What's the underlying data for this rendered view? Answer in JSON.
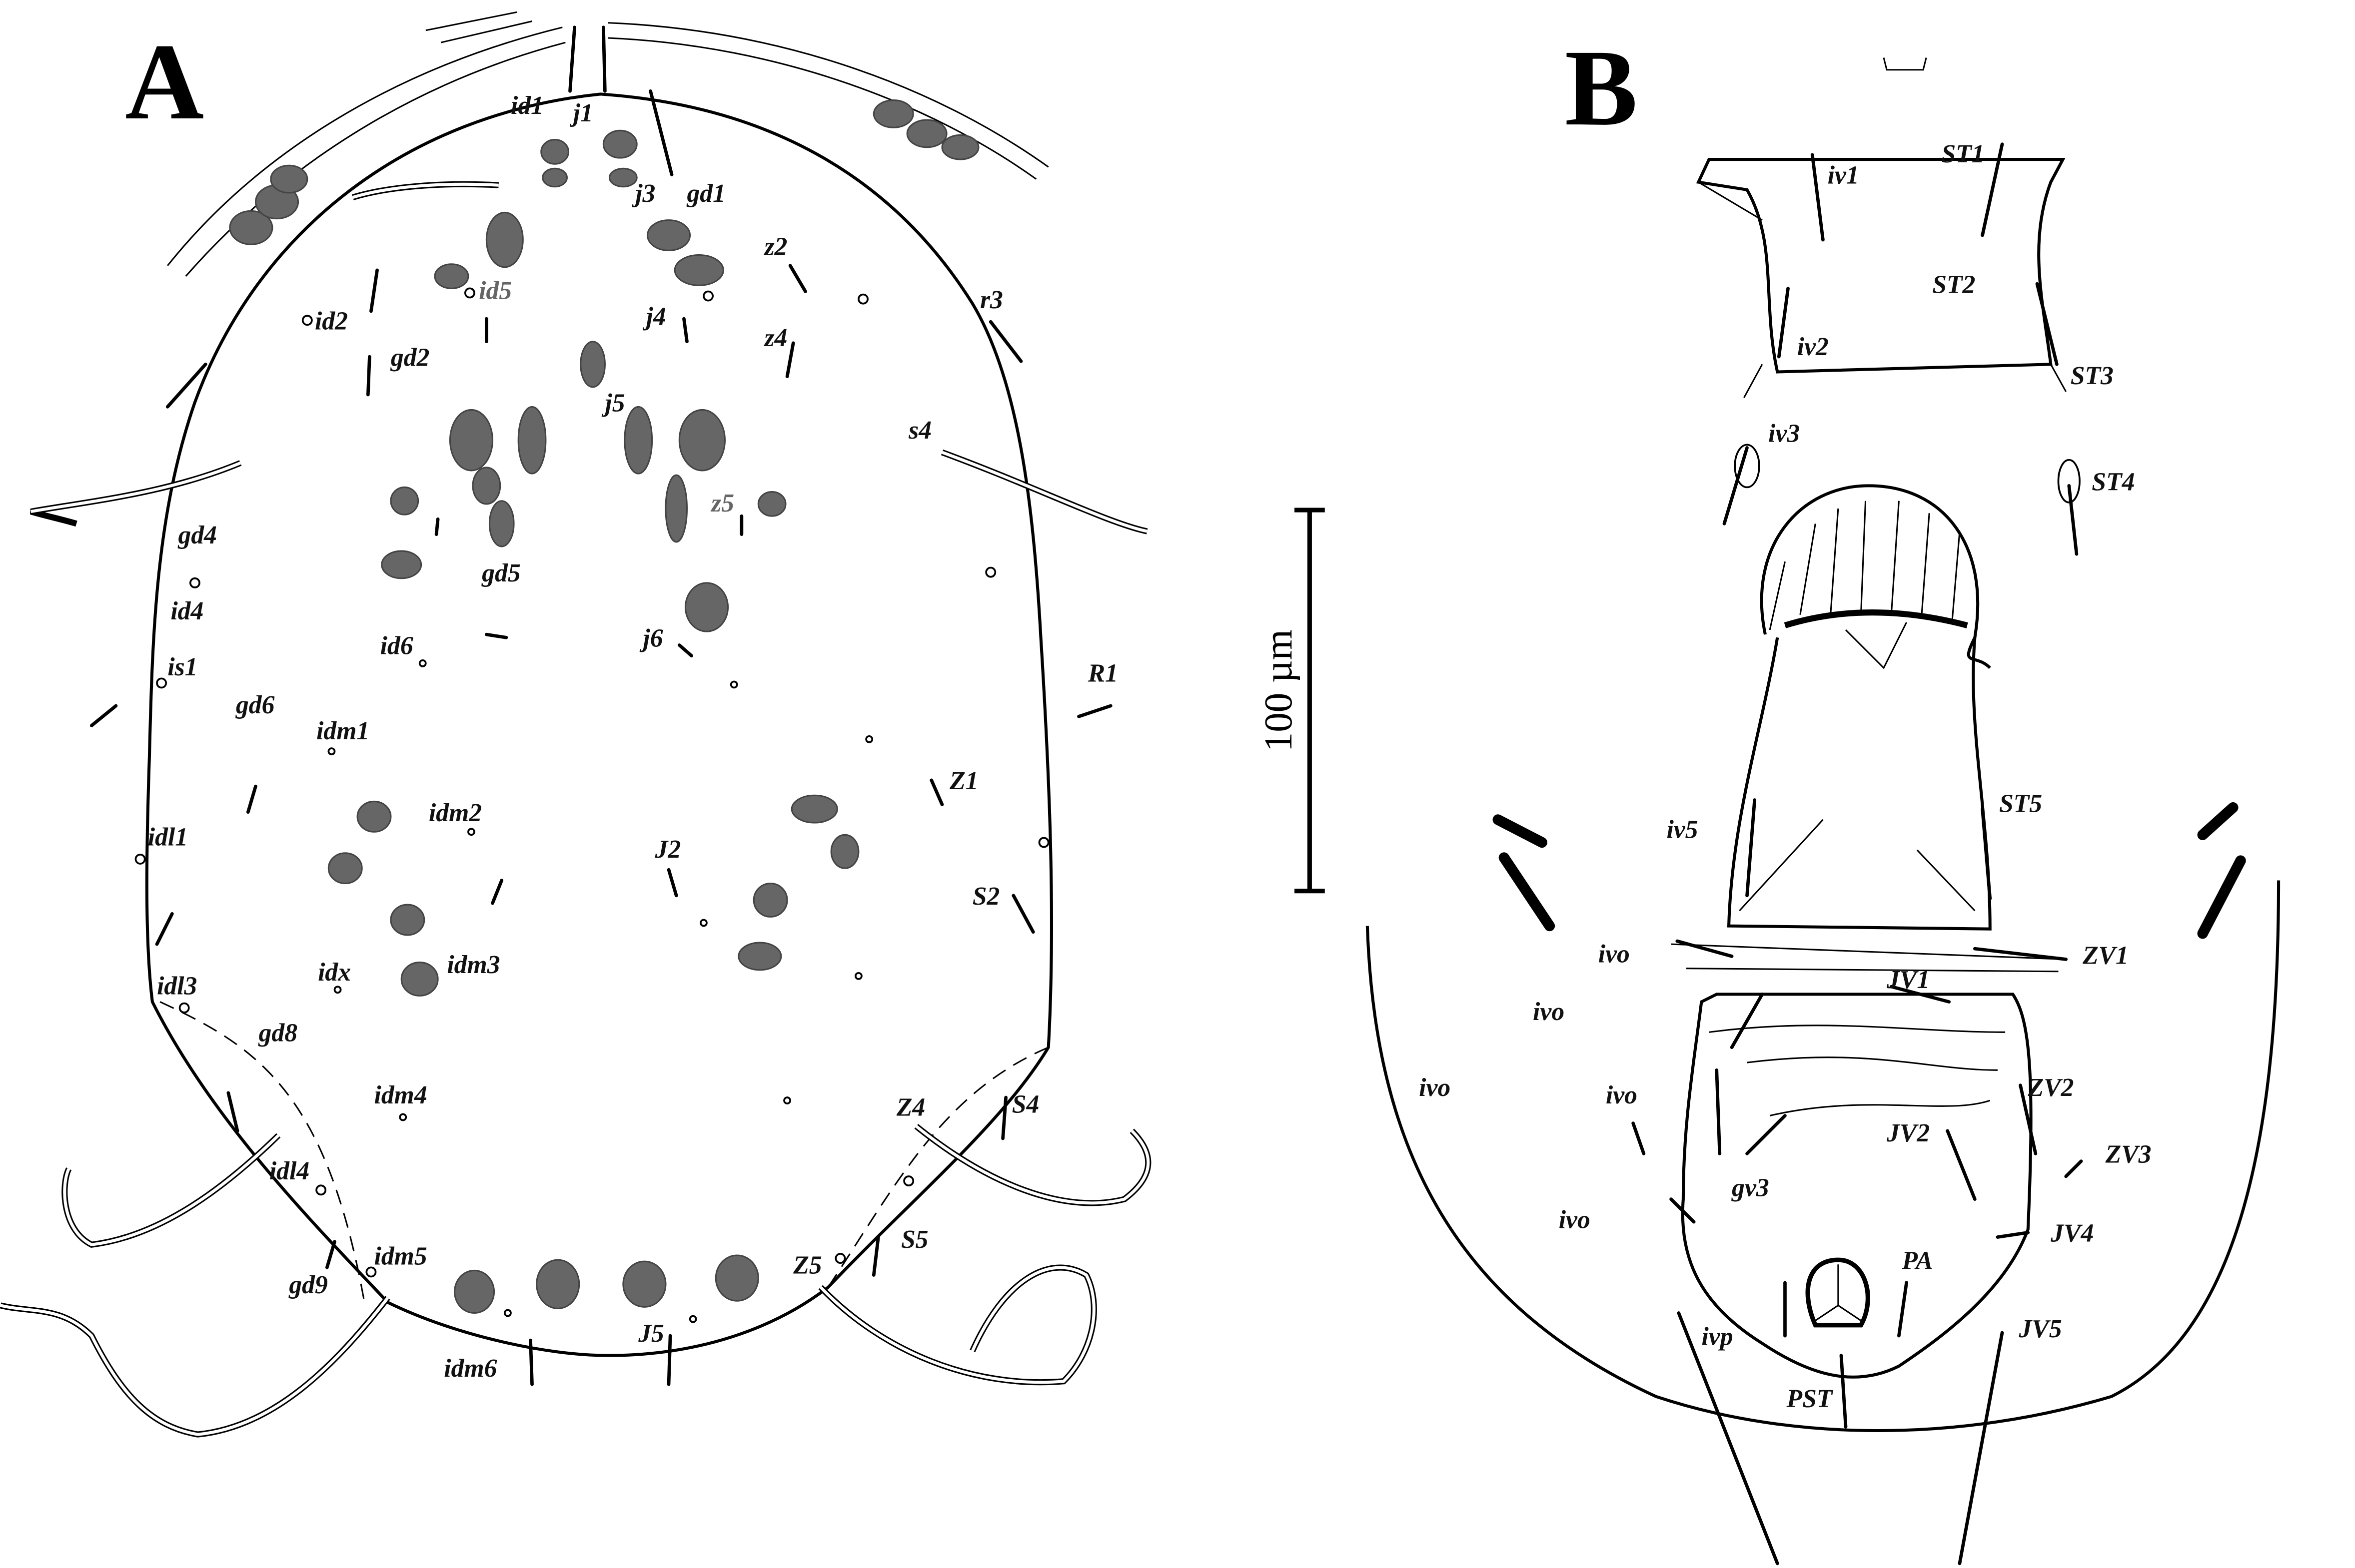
{
  "panels": {
    "a": {
      "letter": "A",
      "labels": [
        "id1",
        "j1",
        "j3",
        "gd1",
        "z2",
        "id5",
        "id2",
        "gd2",
        "j4",
        "z4",
        "r3",
        "j5",
        "s4",
        "z5",
        "gd4",
        "id4",
        "gd5",
        "id6",
        "j6",
        "is1",
        "R1",
        "gd6",
        "idm1",
        "Z1",
        "idm2",
        "idl1",
        "J2",
        "S2",
        "idl3",
        "idx",
        "idm3",
        "gd8",
        "idm4",
        "Z4",
        "S4",
        "idl4",
        "Z5",
        "S5",
        "idm5",
        "gd9",
        "J5",
        "idm6"
      ]
    },
    "b": {
      "letter": "B",
      "labels": [
        "iv1",
        "ST1",
        "ST2",
        "iv2",
        "ST3",
        "iv3",
        "ST4",
        "iv5",
        "ST5",
        "ivo",
        "ZV1",
        "ivo",
        "JV1",
        "ivo",
        "ivo",
        "ZV2",
        "JV2",
        "ZV3",
        "gv3",
        "ivo",
        "JV4",
        "PA",
        "ivp",
        "JV5",
        "PST"
      ]
    }
  },
  "scale_bar": {
    "label": "100 µm",
    "value_um": 100
  },
  "colors": {
    "line": "#000000",
    "spots": "#666666"
  }
}
